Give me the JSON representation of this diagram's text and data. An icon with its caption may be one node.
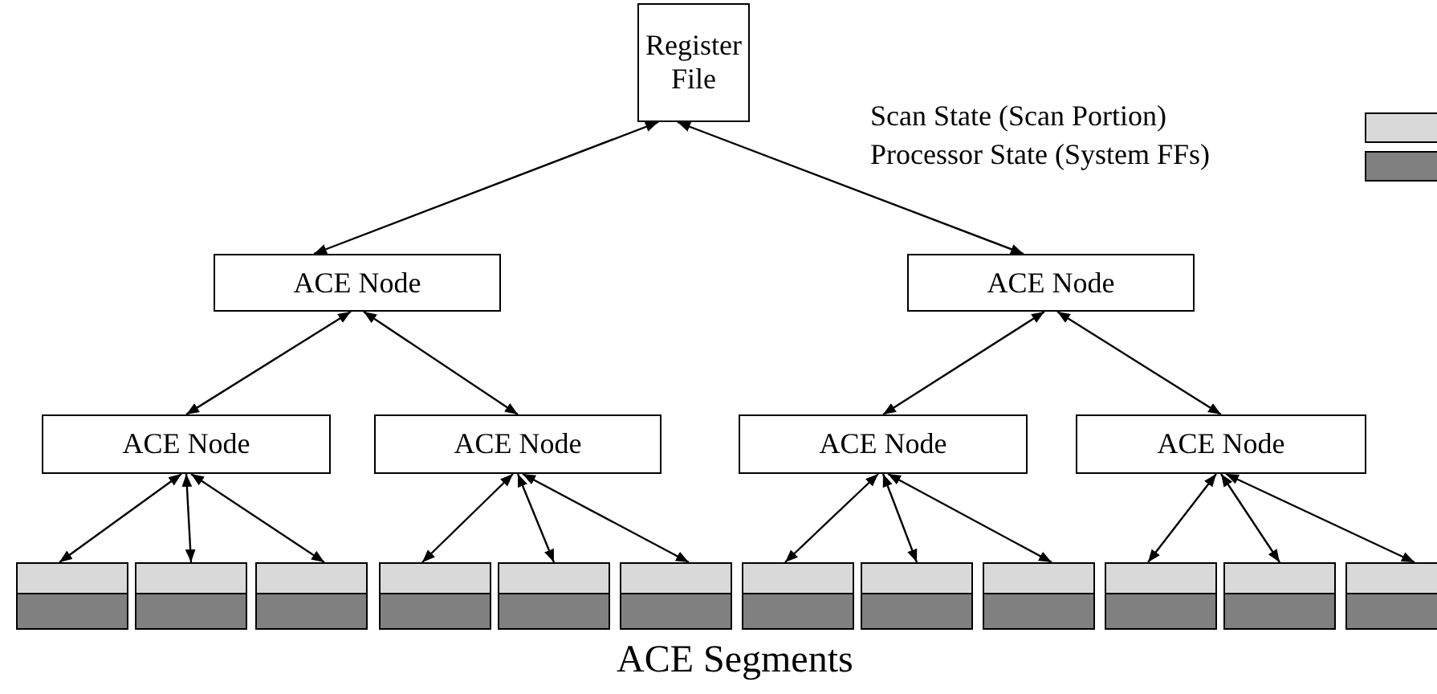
{
  "diagram": {
    "nodes": [
      {
        "text": [
          "Register File"
        ]
      },
      {
        "text": [
          "ACE Node"
        ]
      },
      {
        "text": [
          "ACE Node"
        ]
      },
      {
        "text": [
          "ACE Node"
        ]
      },
      {
        "text": [
          "ACE Node"
        ]
      },
      {
        "text": [
          "ACE Node"
        ]
      },
      {
        "text": [
          "ACE Node"
        ]
      },
      {
        "text": [],
        "shape": "box"
      },
      {
        "text": [],
        "shape": "box"
      },
      {
        "text": [],
        "shape": "box"
      },
      {
        "text": [],
        "shape": "box"
      },
      {
        "text": [],
        "shape": "box"
      },
      {
        "text": [],
        "shape": "box"
      },
      {
        "text": [],
        "shape": "box"
      },
      {
        "text": [],
        "shape": "box"
      },
      {
        "text": [],
        "shape": "box"
      },
      {
        "text": [],
        "shape": "box"
      },
      {
        "text": [],
        "shape": "box"
      },
      {
        "text": [],
        "shape": "box"
      }
    ],
    "edges": [
      {
        "from": 0,
        "to": 1,
        "arrow": "both"
      },
      {
        "from": 0,
        "to": 2,
        "arrow": "both"
      },
      {
        "from": 1,
        "to": 3,
        "arrow": "both"
      },
      {
        "from": 1,
        "to": 4,
        "arrow": "both"
      },
      {
        "from": 2,
        "to": 5,
        "arrow": "both"
      },
      {
        "from": 2,
        "to": 6,
        "arrow": "both"
      },
      {
        "from": 3,
        "to": 7,
        "arrow": "both"
      },
      {
        "from": 3,
        "to": 8,
        "arrow": "both"
      },
      {
        "from": 3,
        "to": 9,
        "arrow": "both"
      },
      {
        "from": 4,
        "to": 10,
        "arrow": "both"
      },
      {
        "from": 4,
        "to": 11,
        "arrow": "both"
      },
      {
        "from": 4,
        "to": 12,
        "arrow": "both"
      },
      {
        "from": 5,
        "to": 13,
        "arrow": "both"
      },
      {
        "from": 5,
        "to": 14,
        "arrow": "both"
      },
      {
        "from": 5,
        "to": 15,
        "arrow": "both"
      },
      {
        "from": 6,
        "to": 16,
        "arrow": "both"
      },
      {
        "from": 6,
        "to": 17,
        "arrow": "both"
      },
      {
        "from": 6,
        "to": 18,
        "arrow": "both"
      }
    ],
    "labels": [
      "ACE Segments"
    ],
    "legend": [
      {
        "text": "Scan State (Scan Portion)",
        "color": "#d9d9d9"
      },
      {
        "text": "Processor State (System FFs)",
        "color": "#808080"
      }
    ]
  }
}
